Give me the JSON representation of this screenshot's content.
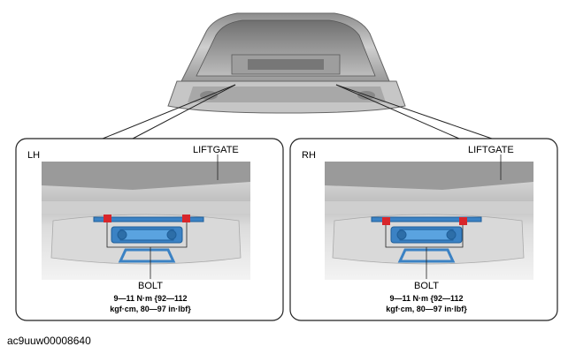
{
  "figure_id": "ac9uuw00008640",
  "left_panel": {
    "side": "LH",
    "liftgate_label": "LIFTGATE",
    "bolt_label": "BOLT",
    "torque_line1": "9—11 N·m {92—112",
    "torque_line2": "kgf·cm, 80—97 in·lbf}"
  },
  "right_panel": {
    "side": "RH",
    "liftgate_label": "LIFTGATE",
    "bolt_label": "BOLT",
    "torque_line1": "9—11 N·m {92—112",
    "torque_line2": "kgf·cm, 80—97 in·lbf}"
  },
  "colors": {
    "bracket_blue": "#3b82c4",
    "bolt_red": "#d8262b"
  }
}
